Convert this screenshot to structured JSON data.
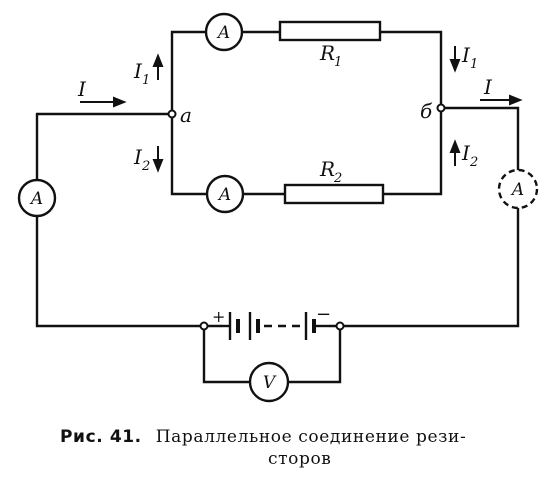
{
  "circuit": {
    "current_total": "I",
    "current_branch1": "I",
    "current_branch1_sub": "1",
    "current_branch2": "I",
    "current_branch2_sub": "2",
    "node_a": "a",
    "node_b": "б",
    "resistor1": "R",
    "resistor1_sub": "1",
    "resistor2": "R",
    "resistor2_sub": "2",
    "ammeter_symbol": "A",
    "voltmeter_symbol": "V",
    "battery_plus": "+",
    "battery_minus": "−"
  },
  "caption": {
    "number": "Рис. 41.",
    "text_line1": "Параллельное соединение рези-",
    "text_line2": "сторов"
  }
}
